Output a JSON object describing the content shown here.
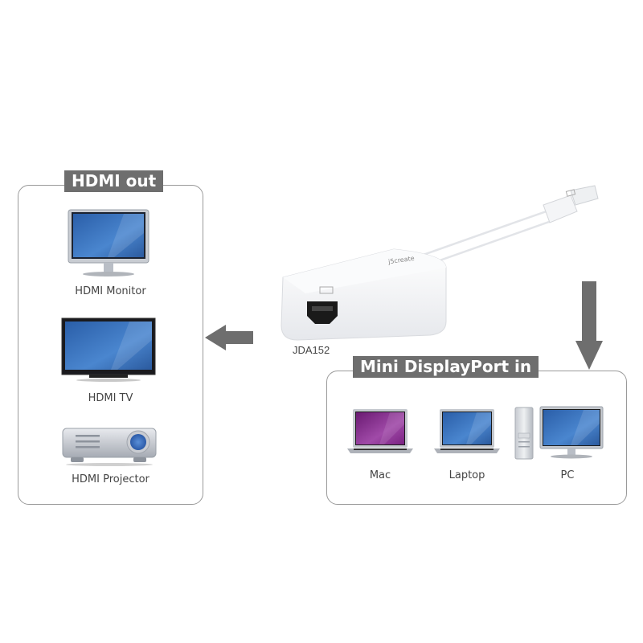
{
  "output_panel": {
    "title": "HDMI out",
    "devices": [
      {
        "label": "HDMI Monitor",
        "icon": "monitor-icon"
      },
      {
        "label": "HDMI TV",
        "icon": "tv-icon"
      },
      {
        "label": "HDMI Projector",
        "icon": "projector-icon"
      }
    ]
  },
  "input_panel": {
    "title": "Mini DisplayPort in",
    "devices": [
      {
        "label": "Mac",
        "icon": "mac-laptop-icon"
      },
      {
        "label": "Laptop",
        "icon": "laptop-icon"
      },
      {
        "label": "PC",
        "icon": "desktop-pc-icon"
      }
    ]
  },
  "product": {
    "model": "JDA152",
    "brand": "j5create"
  },
  "arrows": {
    "to_output": "arrow-left-icon",
    "from_input": "arrow-down-icon"
  },
  "colors": {
    "title_bg": "#6e6e6e",
    "border": "#9a9a9a",
    "screen_blue": "#3a6db5",
    "screen_purple": "#8a2a8f"
  }
}
